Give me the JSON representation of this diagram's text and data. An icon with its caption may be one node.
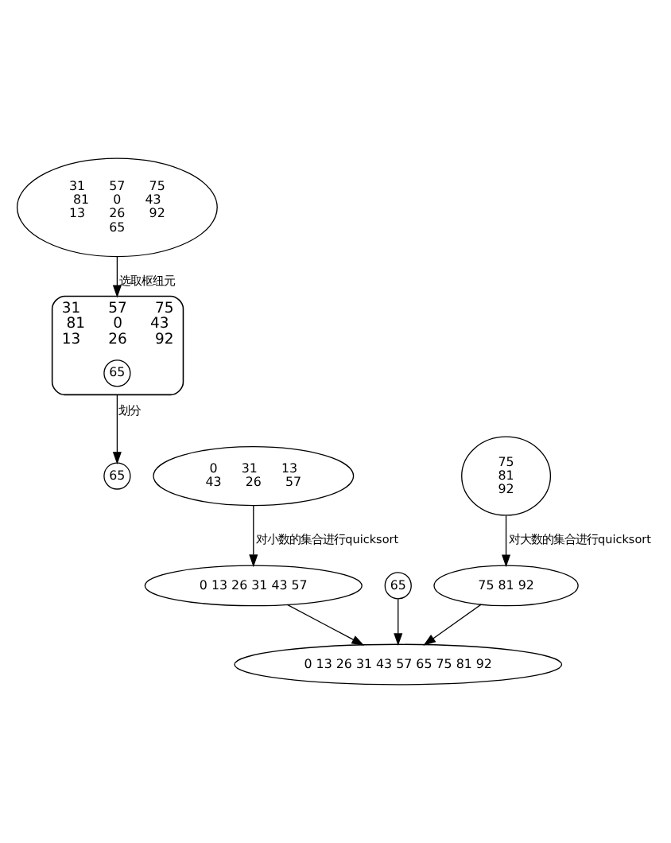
{
  "diagram": {
    "nodes": [
      {
        "text": [
          "31",
          "57",
          "75",
          "81",
          "0",
          "43",
          "13",
          "26",
          "92",
          "65"
        ]
      },
      {
        "text": [
          "31",
          "57",
          "75",
          "81",
          "0",
          "43",
          "13",
          "26",
          "92"
        ]
      },
      {
        "text": [
          "65"
        ],
        "in": 1
      },
      {
        "text": [
          "0",
          "31",
          "13",
          "43",
          "26",
          "57"
        ]
      },
      {
        "text": [
          "65"
        ]
      },
      {
        "text": [
          "75",
          "81",
          "92"
        ]
      },
      {
        "text": [
          "0 13 26 31 43 57"
        ]
      },
      {
        "text": [
          "65"
        ]
      },
      {
        "text": [
          "75 81 92"
        ]
      },
      {
        "text": [
          "0 13 26 31 43 57 65 75 81 92"
        ]
      }
    ],
    "edges": [
      {
        "from": 0,
        "to": 1,
        "arrow": "to",
        "label": "选取枢纽元"
      },
      {
        "from": 1,
        "to": 4,
        "arrow": "to",
        "label": "划分"
      },
      {
        "from": 3,
        "to": 6,
        "arrow": "to",
        "label": "对小数的集合进行quicksort"
      },
      {
        "from": 5,
        "to": 8,
        "arrow": "to",
        "label": "对大数的集合进行quicksort"
      },
      {
        "from": 6,
        "to": 9,
        "arrow": "to"
      },
      {
        "from": 7,
        "to": 9,
        "arrow": "to"
      },
      {
        "from": 8,
        "to": 9,
        "arrow": "to"
      }
    ]
  }
}
